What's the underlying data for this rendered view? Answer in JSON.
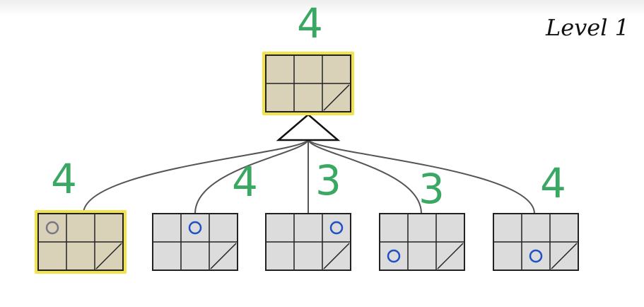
{
  "level_label": "Level 1",
  "root": {
    "score": "4",
    "highlighted": true,
    "circle": null
  },
  "children": [
    {
      "score": "4",
      "highlighted": true,
      "circle": {
        "row": 0,
        "col": 0
      }
    },
    {
      "score": "4",
      "highlighted": false,
      "circle": {
        "row": 0,
        "col": 1
      }
    },
    {
      "score": "3",
      "highlighted": false,
      "circle": {
        "row": 0,
        "col": 2
      }
    },
    {
      "score": "3",
      "highlighted": false,
      "circle": {
        "row": 1,
        "col": 0
      }
    },
    {
      "score": "4",
      "highlighted": false,
      "circle": {
        "row": 1,
        "col": 1
      }
    }
  ],
  "colors": {
    "score": "#3aa862",
    "highlight_fill": "#d9d2b8",
    "highlight_border": "#f2e24b",
    "board_fill": "#dcdcdc",
    "board_line": "#222222",
    "circle_blue": "#1f4fc4",
    "circle_gray": "#777788",
    "edge": "#555555"
  }
}
